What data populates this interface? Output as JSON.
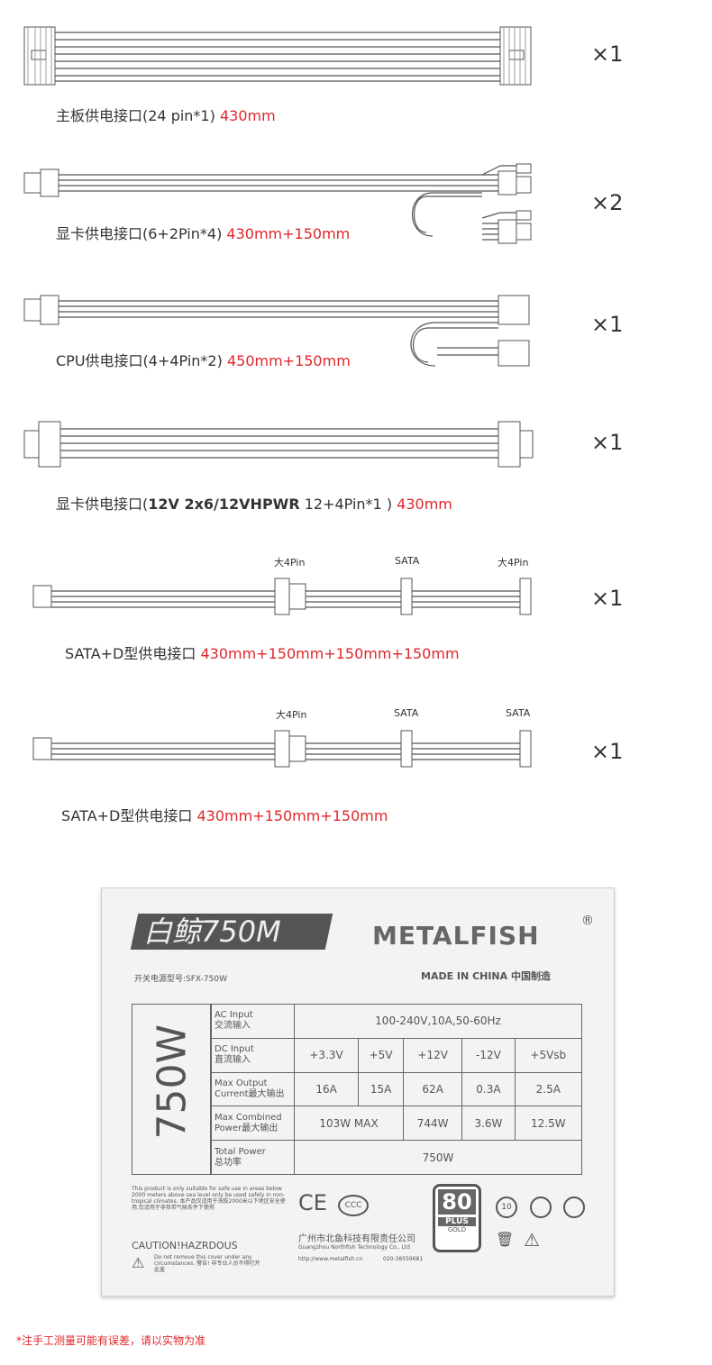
{
  "cables": [
    {
      "name": "主板供电接口(24 pin*1)",
      "length": "430mm",
      "qty": "×1"
    },
    {
      "name": "显卡供电接口(6+2Pin*4)",
      "length": "430mm+150mm",
      "qty": "×2"
    },
    {
      "name": "CPU供电接口(4+4Pin*2)",
      "length": "450mm+150mm",
      "qty": "×1"
    },
    {
      "name_prefix": "显卡供电接口(",
      "name_bold": "12V 2x6/12VHPWR",
      "name_suffix": " 12+4Pin*1 )",
      "length": "430mm",
      "qty": "×1"
    },
    {
      "name": "SATA+D型供电接口",
      "length": "430mm+150mm+150mm+150mm",
      "qty": "×1",
      "tags": [
        "大4Pin",
        "SATA",
        "大4Pin"
      ]
    },
    {
      "name": "SATA+D型供电接口",
      "length": "430mm+150mm+150mm",
      "qty": "×1",
      "tags": [
        "大4Pin",
        "SATA",
        "SATA"
      ]
    }
  ],
  "label": {
    "model_logo": "白鲸750M",
    "brand": "METALFISH",
    "registered": "®",
    "model_line": "开关电源型号:SFX-750W",
    "made_in": "MADE IN CHINA 中国制造",
    "wattage": "750W",
    "rows": {
      "ac_en": "AC Input",
      "ac_cn": "交流输入",
      "ac_val": "100-240V,10A,50-60Hz",
      "dc_en": "DC Input",
      "dc_cn": "直流输入",
      "dc_vals": [
        "+3.3V",
        "+5V",
        "+12V",
        "-12V",
        "+5Vsb"
      ],
      "cur_en": "Max Output",
      "cur_cn": "Current最大输出",
      "cur_vals": [
        "16A",
        "15A",
        "62A",
        "0.3A",
        "2.5A"
      ],
      "comb_en": "Max Combined",
      "comb_cn": "Power最大输出",
      "comb_vals": [
        "103W MAX",
        "744W",
        "3.6W",
        "12.5W"
      ],
      "tot_en": "Total Power",
      "tot_cn": "总功率",
      "tot_val": "750W"
    },
    "notice": "This product is only suitable for safe use in areas below 2000 meters above sea level only be used safely in non-tropical climates. 本产品仅适用于海拔2000米以下地区安全使用,仅适用于非热带气候条件下使用",
    "caution_title": "CAUTION!HAZRDOUS",
    "caution_text": "Do not remove this cover under any circumstances. 警告! 非专业人员不得打开此盖",
    "company_cn": "广州市北鱼科技有限责任公司",
    "company_en": "Guangzhou Northfish Technology Co., Ltd",
    "url": "http://www.metalfish.cn",
    "phone": "020-38559681",
    "cert_80": "80",
    "cert_plus": "PLUS",
    "cert_gold": "GOLD",
    "ce": "CE",
    "ccc": "CCC",
    "recycle": "10"
  },
  "footnote": "*注手工测量可能有误差，请以实物为准"
}
